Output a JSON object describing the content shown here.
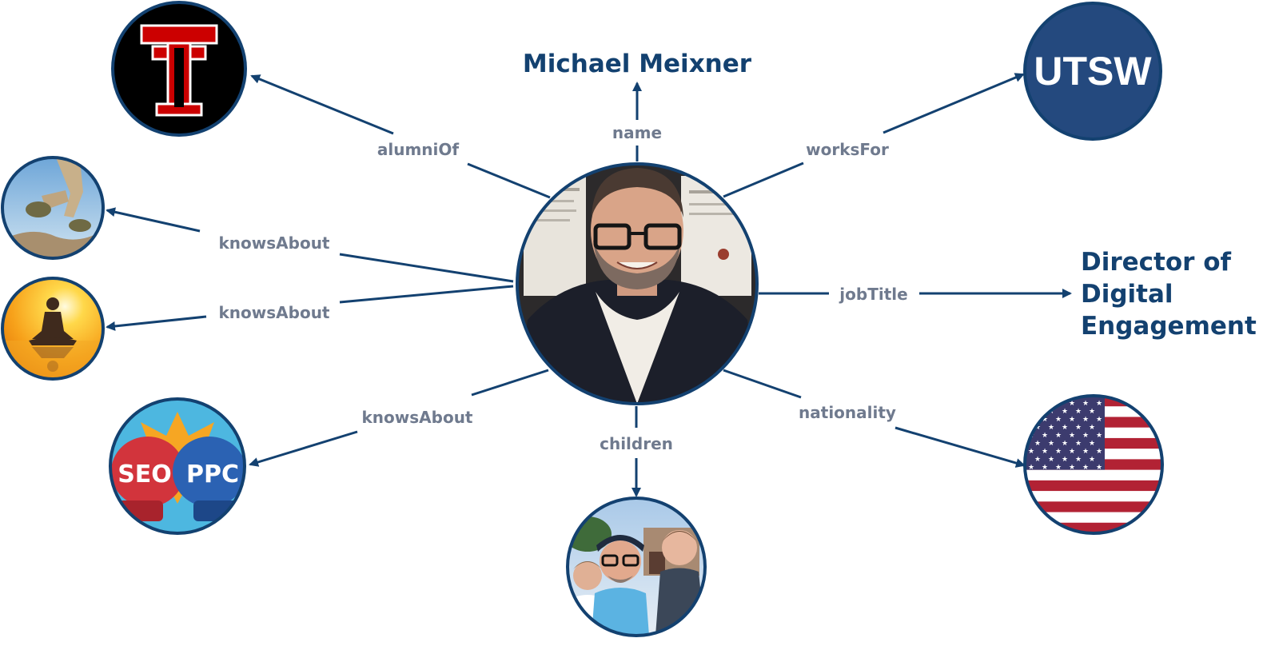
{
  "colors": {
    "navy": "#134170",
    "label_gray": "#6f7a8e",
    "ttu_red": "#cc0000",
    "ttu_black": "#000000",
    "utsw_blue": "#24497e",
    "flag_red": "#b22234",
    "flag_blue": "#3c3b6e",
    "seo_red": "#d2343c",
    "ppc_blue": "#2b62b3",
    "sky_blue": "#4db7e0"
  },
  "center": {
    "icon": "person-portrait"
  },
  "name_value": "Michael Meixner",
  "job_title_value": [
    "Director of",
    "Digital",
    "Engagement"
  ],
  "utsw_logo_text": "UTSW",
  "seo_text": "SEO",
  "ppc_text": "PPC",
  "edges": {
    "name": "name",
    "alumni_of": "alumniOf",
    "works_for": "worksFor",
    "knows_about_1": "knowsAbout",
    "knows_about_2": "knowsAbout",
    "knows_about_3": "knowsAbout",
    "job_title": "jobTitle",
    "nationality": "nationality",
    "children": "children"
  },
  "node_icons": {
    "alumni": "texas-tech-logo",
    "employer": "utsw-logo",
    "topic_1": "parkour-jump-photo",
    "topic_2": "meditation-sunset-photo",
    "topic_3": "seo-vs-ppc-boxing-gloves",
    "nationality": "us-flag",
    "children": "family-selfie-photo"
  }
}
